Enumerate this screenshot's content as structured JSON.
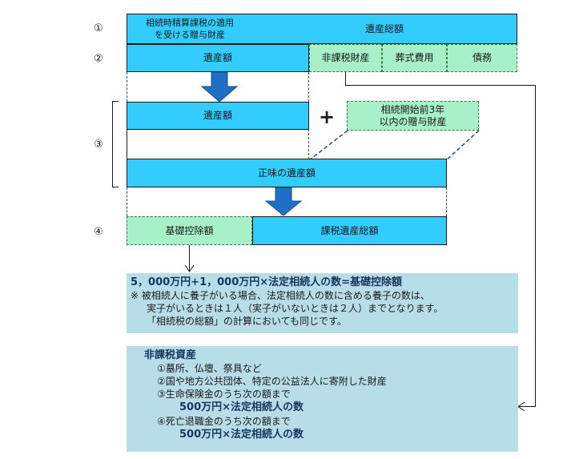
{
  "row_numbers": [
    "①",
    "②",
    "③",
    "④"
  ],
  "row1": {
    "gift_within_settlement": [
      "相続時精算課税の適用",
      "を受ける贈与財産"
    ],
    "total_estate": "遺産総額"
  },
  "row2": {
    "estate_amount": "遺産額",
    "non_taxable": "非課税財産",
    "funeral": "葬式費用",
    "debts": "債務"
  },
  "row3": {
    "estate_amount": "遺産額",
    "plus": "+",
    "gifts_3yrs": [
      "相続開始前3年",
      "以内の贈与財産"
    ],
    "net_estate": "正味の遺産額"
  },
  "row4": {
    "basic_deduction": "基礎控除額",
    "taxable_total": "課税遺産総額"
  },
  "deduction_note": {
    "formula": "5，000万円+1，000万円×法定相続人の数=基礎控除額",
    "lines": [
      "※ 被相続人に養子がいる場合、法定相続人の数に含める養子の数は、",
      "実子がいるときは１人（実子がいないときは２人）までとなります。",
      "「相続税の総額」の計算においても同じです。"
    ]
  },
  "non_taxable_assets": {
    "title": "非課税資産",
    "items": [
      "①墓所、仏壇、祭具など",
      "②国や地方公共団体、特定の公益法人に寄附した財産",
      "③生命保険金のうち次の額まで",
      "500万円×法定相続人の数",
      "④死亡退職金のうち次の額まで",
      "500万円×法定相続人の数"
    ]
  },
  "colors": {
    "cyan": "#33ccff",
    "green": "#a8f0c8",
    "panel": "#b7dde8",
    "arrow": "#1f6fc4"
  }
}
